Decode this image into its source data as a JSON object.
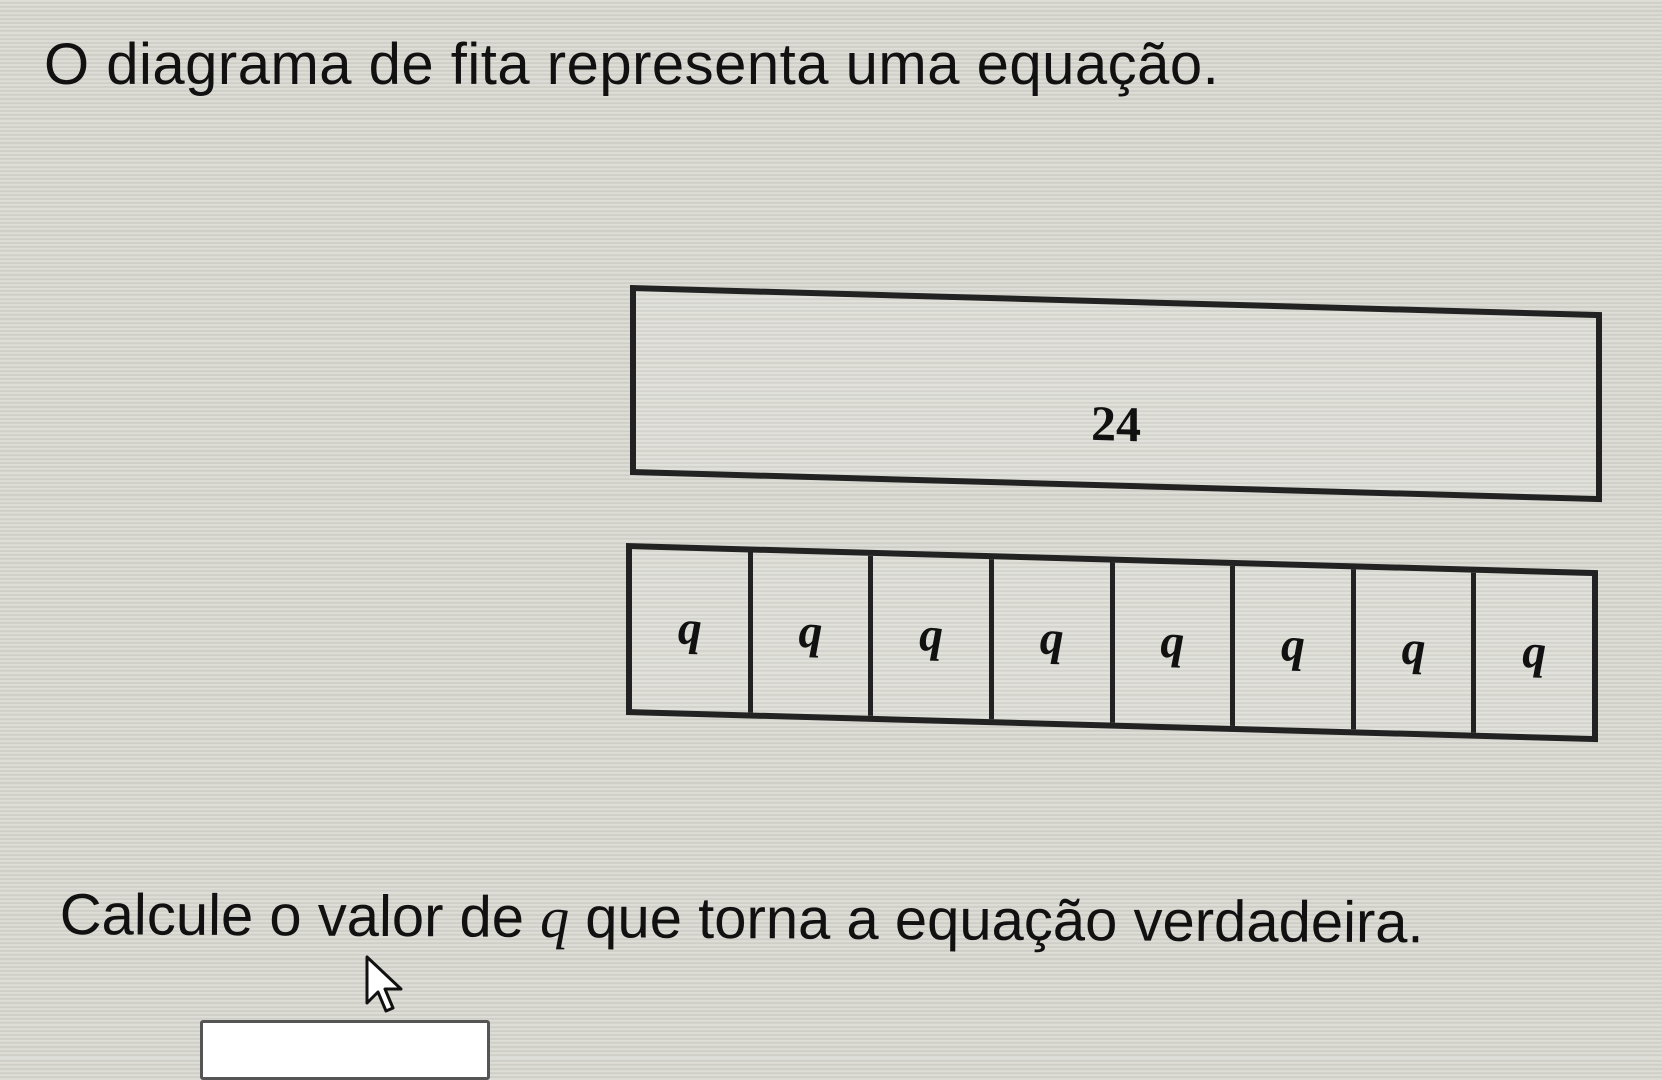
{
  "prompt": {
    "text": "O diagrama de fita representa uma equação."
  },
  "tape_diagram": {
    "total": "24",
    "parts": [
      "q",
      "q",
      "q",
      "q",
      "q",
      "q",
      "q",
      "q"
    ]
  },
  "question": {
    "before": "Calcule o valor de ",
    "variable": "q",
    "after": " que torna a equação verdadeira."
  },
  "answer": {
    "value": ""
  },
  "icons": {
    "cursor": "mouse-pointer-icon"
  },
  "colors": {
    "background": "#d7d7cf",
    "stroke": "#222222",
    "text": "#111111"
  }
}
